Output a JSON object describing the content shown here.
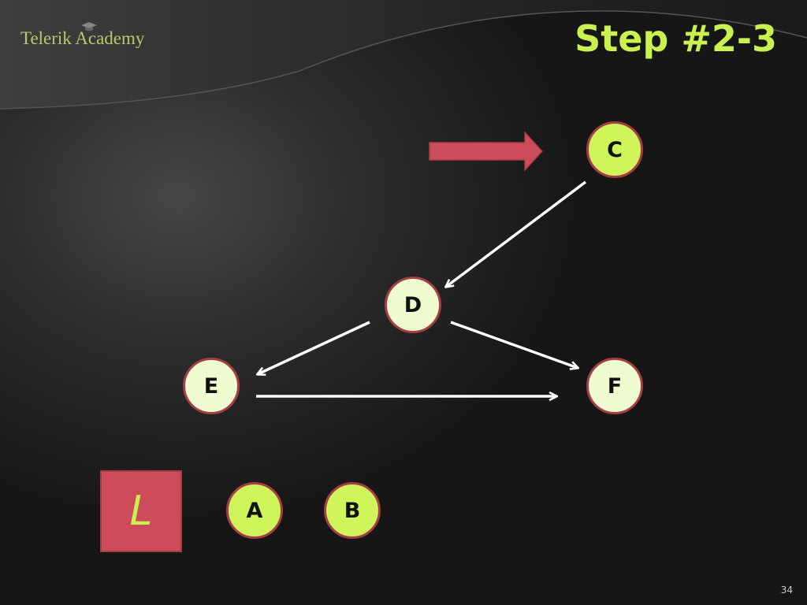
{
  "header": {
    "brand": "Telerik Academy",
    "title": "Step #2-3"
  },
  "diagram": {
    "nodes": [
      {
        "id": "C",
        "label": "C"
      },
      {
        "id": "D",
        "label": "D"
      },
      {
        "id": "E",
        "label": "E"
      },
      {
        "id": "F",
        "label": "F"
      }
    ],
    "edges": [
      {
        "from": "C",
        "to": "D"
      },
      {
        "from": "D",
        "to": "E"
      },
      {
        "from": "D",
        "to": "F"
      },
      {
        "from": "E",
        "to": "F"
      }
    ],
    "pointer_target": "C"
  },
  "list": {
    "label": "L",
    "items": [
      "A",
      "B"
    ]
  },
  "footer": {
    "page_number": "34"
  },
  "colors": {
    "accent": "#c9f24e",
    "node_fill": "#cff55a",
    "node_fill_pale": "#eefcd0",
    "node_border": "#a33e45",
    "pointer_arrow": "#cd4b5a",
    "edge": "#ffffff"
  }
}
